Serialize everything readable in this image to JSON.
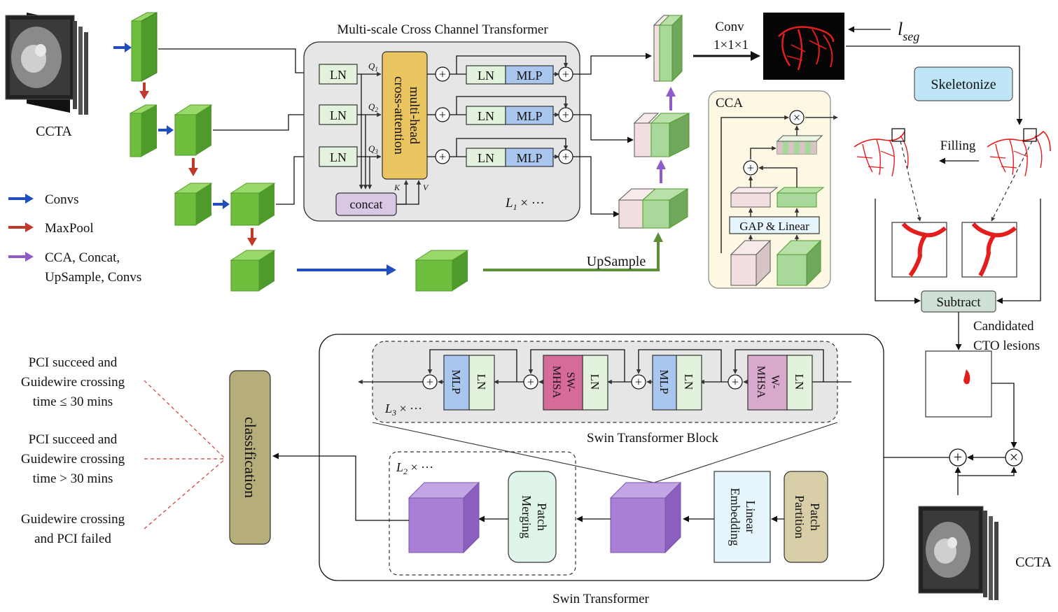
{
  "labels": {
    "ccta_top": "CCTA",
    "ccta_bottom": "CCTA",
    "mcct_title": "Multi-scale Cross Channel Transformer",
    "ln": "LN",
    "mlp": "MLP",
    "mha_line1": "multi-head",
    "mha_line2": "cross-attention",
    "q1": "Q",
    "q1_sub": "1",
    "q2": "Q",
    "q2_sub": "2",
    "q3": "Q",
    "q3_sub": "3",
    "k": "K",
    "v": "V",
    "concat": "concat",
    "l1": "L",
    "l1_sub": "1",
    "l1_suffix": " × ···",
    "conv_line1": "Conv",
    "conv_line2": "1×1×1",
    "lseg": "l",
    "lseg_sub": "seg",
    "upsample": "UpSample",
    "cca_title": "CCA",
    "gap_linear": "GAP & Linear",
    "skeletonize": "Skeletonize",
    "filling": "Filling",
    "subtract": "Subtract",
    "candidated_line1": "Candidated",
    "candidated_line2": "CTO lesions",
    "legend_convs": "Convs",
    "legend_maxpool": "MaxPool",
    "legend_cca_line1": "CCA, Concat,",
    "legend_cca_line2": "UpSample, Convs",
    "swin_block": "Swin Transformer Block",
    "swin_transformer": "Swin Transformer",
    "swmhsa_line1": "SW-",
    "swmhsa_line2": "MHSA",
    "wmhsa_line1": "W-",
    "wmhsa_line2": "MHSA",
    "l3": "L",
    "l3_sub": "3",
    "l3_suffix": " × ···",
    "l2": "L",
    "l2_sub": "2",
    "l2_suffix": " × ···",
    "patch_merging_line1": "Patch",
    "patch_merging_line2": "Merging",
    "linear_embedding_line1": "Linear",
    "linear_embedding_line2": "Embedding",
    "patch_partition_line1": "Patch",
    "patch_partition_line2": "Partition",
    "classification": "classification",
    "out1_line1": "PCI succeed and",
    "out1_line2": "Guidewire crossing",
    "out1_line3": "time ≤ 30 mins",
    "out2_line1": "PCI succeed and",
    "out2_line2": "Guidewire crossing",
    "out2_line3": "time > 30 mins",
    "out3_line1": "Guidewire crossing",
    "out3_line2": "and PCI failed",
    "plus": "+",
    "times": "×"
  },
  "colors": {
    "green_front": "#6fbf3f",
    "green_top": "#9ad86a",
    "green_side": "#4e9a2a",
    "pink": "#f2dede",
    "light_green": "#a8d89a",
    "ln_fill": "#e2f2dc",
    "mlp_fill": "#a9c6ee",
    "mha_fill": "#e9c45f",
    "concat_fill": "#d9c7e6",
    "skeletonize_fill": "#bfe6f7",
    "subtract_fill": "#cfe0d6",
    "purple_front": "#a97fd6",
    "purple_top": "#c4a6e6",
    "purple_side": "#8a5fbd",
    "swmhsa_fill": "#d66a98",
    "wmhsa_fill": "#d8a9cc",
    "patch_merging_fill": "#dff5ea",
    "linear_embedding_fill": "#e6f4fc",
    "patch_partition_fill": "#d8cfa8",
    "classification_fill": "#b5ad7a",
    "arrow_blue": "#1f4fbf",
    "arrow_red": "#c0392b",
    "arrow_purple": "#8e5cc8",
    "arrow_green": "#5b8f3a",
    "vessel_red": "#e41d1d"
  },
  "icons": [
    "ccta-volume-icon",
    "vessel-mask-icon",
    "vessel-skeleton-icon",
    "add-icon",
    "multiply-icon"
  ]
}
